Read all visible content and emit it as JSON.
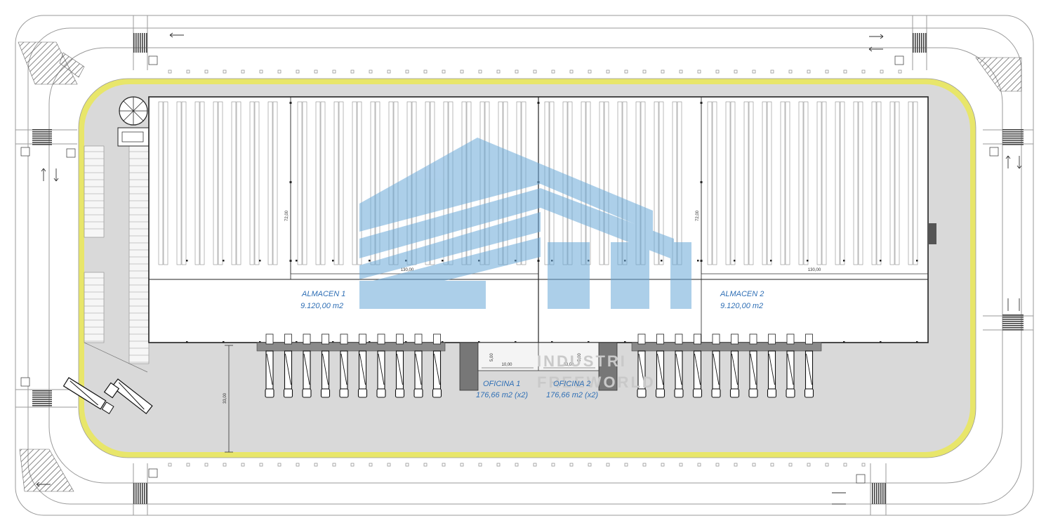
{
  "warehouses": [
    {
      "name": "ALMACEN 1",
      "area": "9.120,00 m2",
      "dimension_h": "130,00",
      "dimension_v": "72,00"
    },
    {
      "name": "ALMACEN 2",
      "area": "9.120,00 m2",
      "dimension_h": "130,00",
      "dimension_v": "72,00"
    }
  ],
  "offices": [
    {
      "name": "OFICINA 1",
      "area": "176,66 m2 (x2)",
      "dimension_w": "10,00",
      "dimension_h": "5,00"
    },
    {
      "name": "OFICINA 2",
      "area": "176,66 m2 (x2)",
      "dimension_w": "10,00",
      "dimension_h": "5,00"
    }
  ],
  "yard_dimension": "33,00",
  "watermark": {
    "line1": "INDUSTRI",
    "line2": "FREEWORLD"
  },
  "colors": {
    "perimeter": "#e8e66a",
    "paving": "#d9d9d9",
    "watermark": "#6aa8d8",
    "text_blue": "#2f6fb5"
  },
  "icons": [
    "wheelchair-icon",
    "traffic-arrow-icon",
    "fire-tank-icon",
    "truck-icon"
  ]
}
